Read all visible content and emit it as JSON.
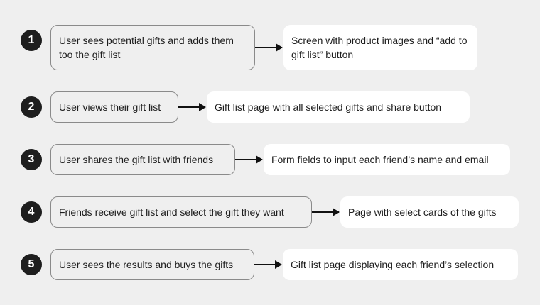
{
  "steps": [
    {
      "number": "1",
      "action": "User sees potential gifts and adds them too the gift list",
      "result": "Screen with product images and “add to gift list” button"
    },
    {
      "number": "2",
      "action": "User views their gift list",
      "result": "Gift list page with all selected gifts and share button"
    },
    {
      "number": "3",
      "action": "User shares the gift list with friends",
      "result": "Form fields to input each friend’s name and email"
    },
    {
      "number": "4",
      "action": "Friends receive gift list and select the gift they want",
      "result": "Page with select cards of the gifts"
    },
    {
      "number": "5",
      "action": "User sees the results and buys the gifts",
      "result": "Gift list page displaying each friend’s selection"
    }
  ]
}
